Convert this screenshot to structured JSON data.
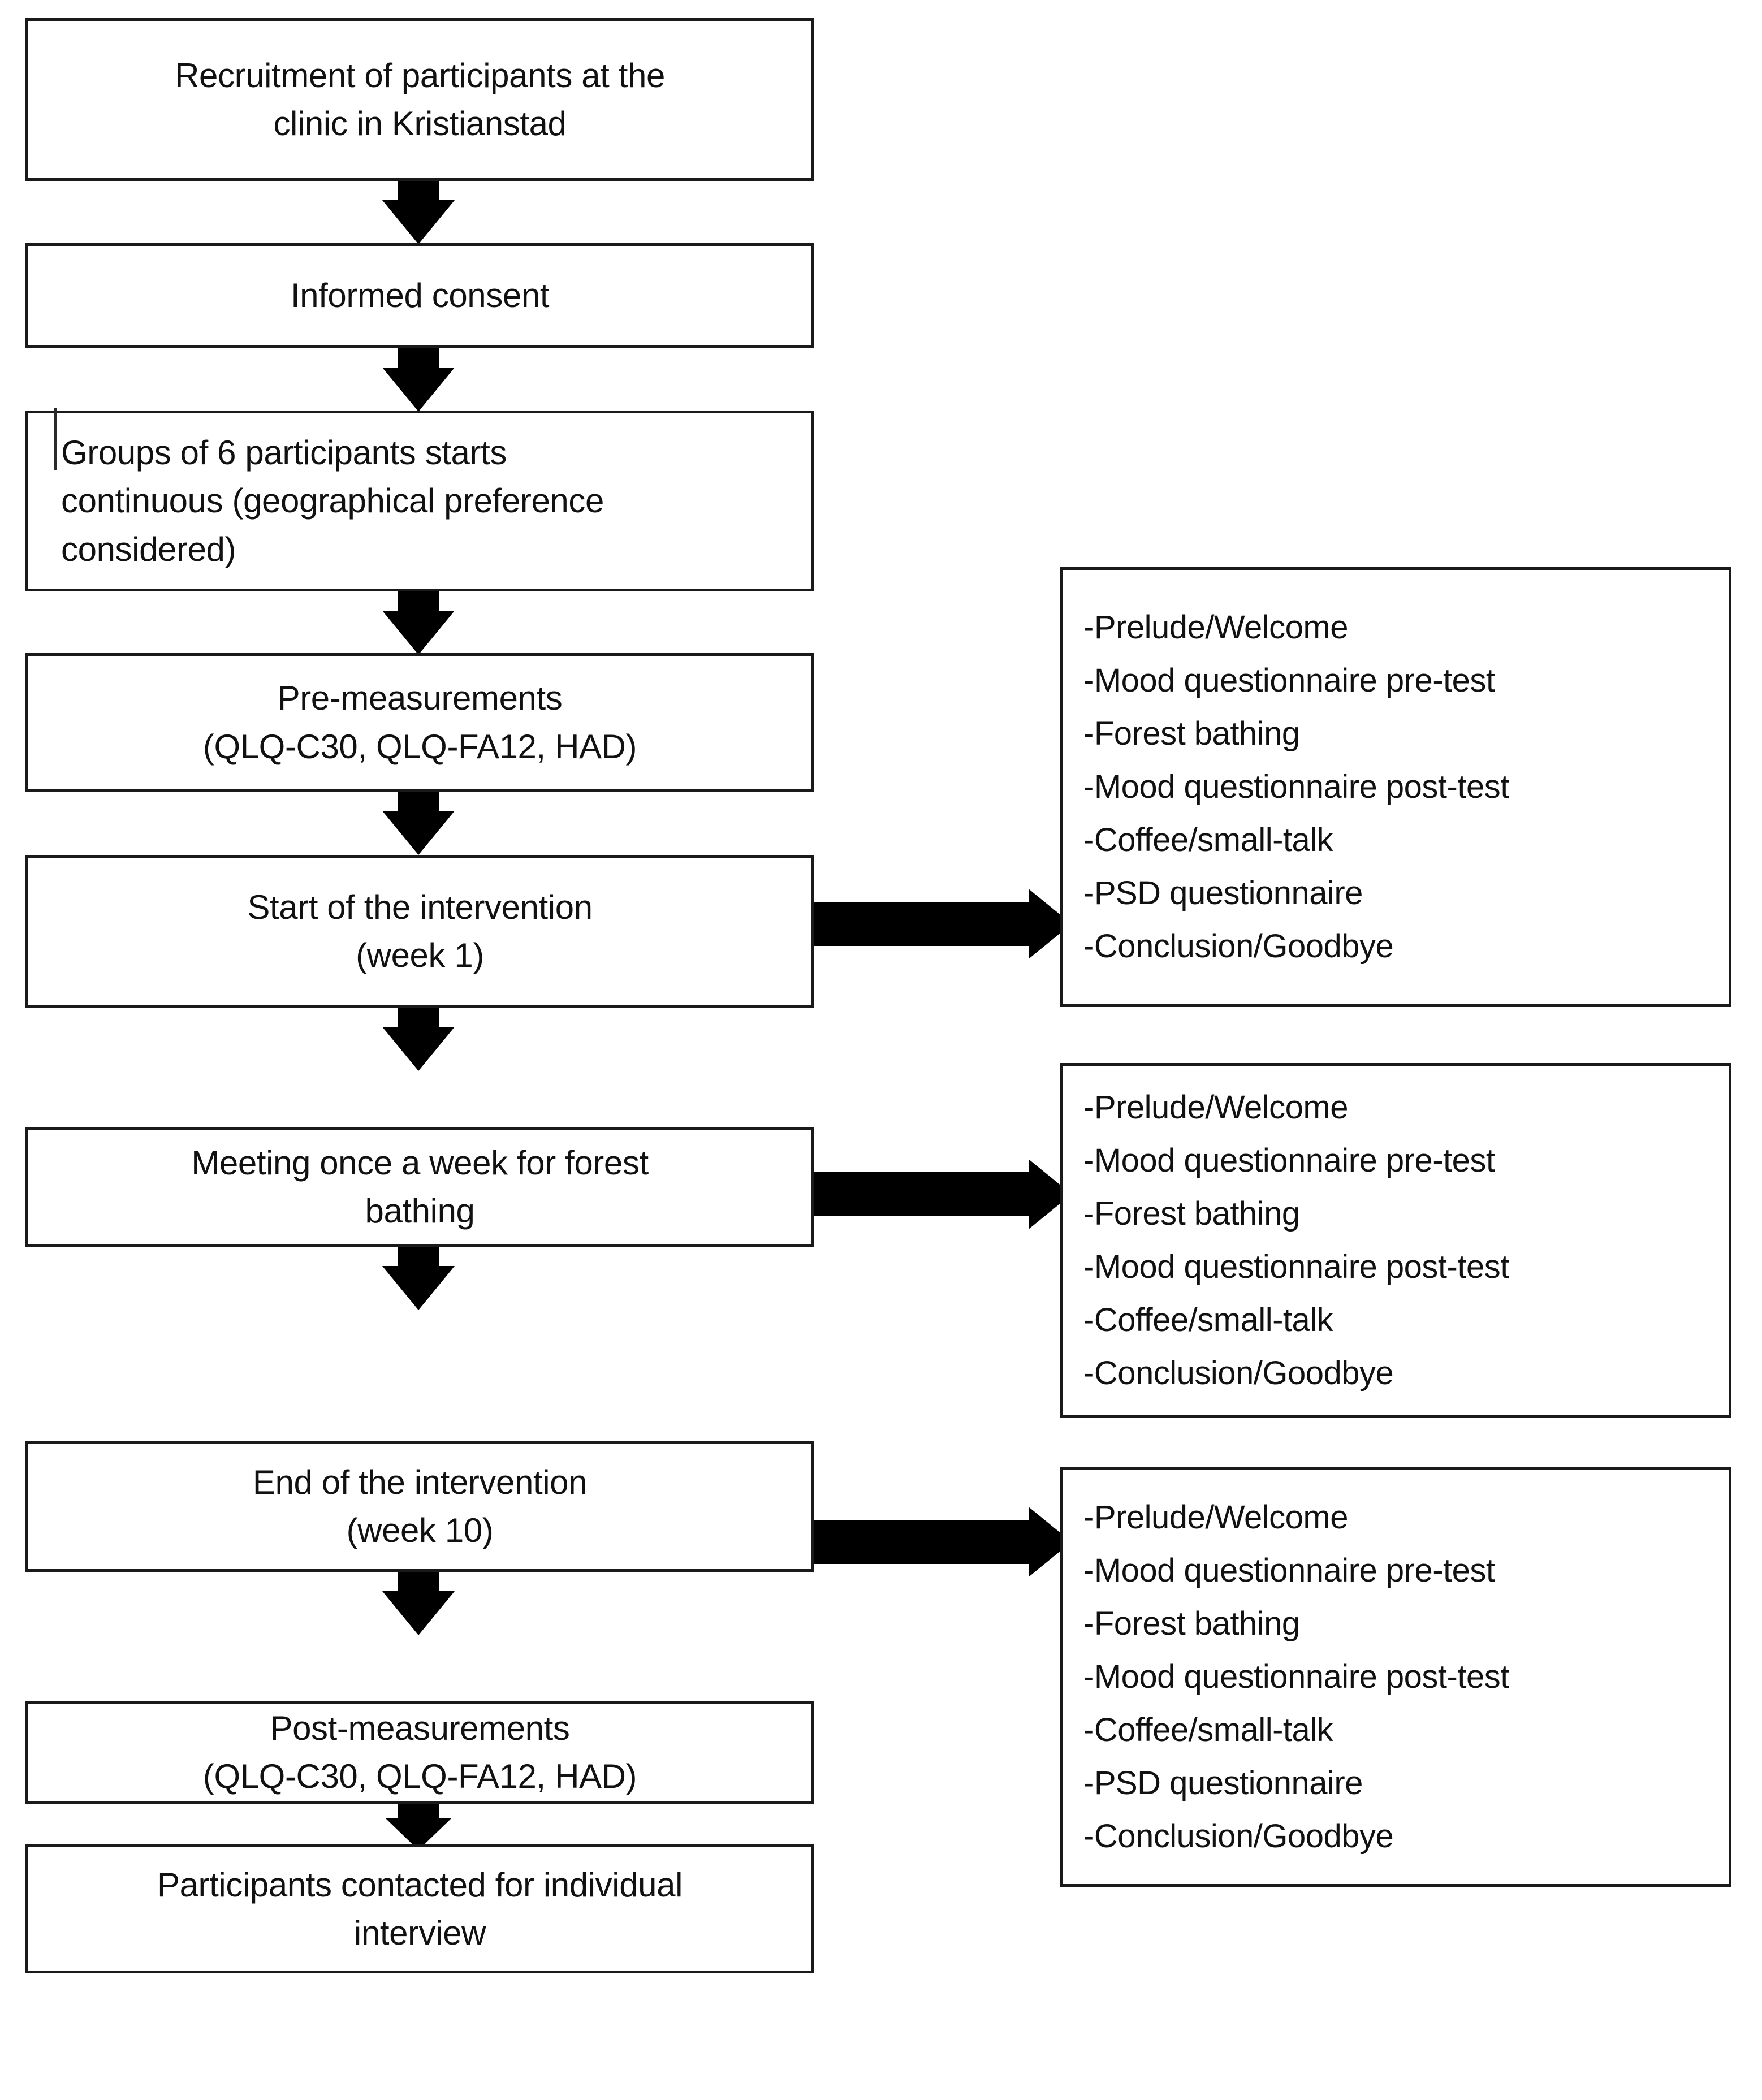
{
  "figure": {
    "type": "flowchart",
    "orientation": "top-to-bottom with right side-branches",
    "background_color": "#ffffff",
    "line_color": "#1a1a1a",
    "arrow_color": "#000000",
    "text_color": "#111111"
  },
  "flow_nodes": [
    {
      "id": "recruitment",
      "lines": [
        "Recruitment of participants at the",
        "clinic in Kristianstad"
      ],
      "text": "Recruitment of participants at the clinic in Kristianstad"
    },
    {
      "id": "informed-consent",
      "lines": [
        "Informed consent"
      ],
      "text": "Informed consent"
    },
    {
      "id": "groups-start",
      "lines": [
        "Groups of 6 participants starts",
        "continuous (geographical preference",
        "considered)"
      ],
      "text": "Groups of 6 participants starts continuous (geographical preference considered)"
    },
    {
      "id": "pre-measurements",
      "lines": [
        "Pre-measurements",
        "(QLQ-C30, QLQ-FA12, HAD)"
      ],
      "text": "Pre-measurements (QLQ-C30, QLQ-FA12, HAD)"
    },
    {
      "id": "start-intervention",
      "lines": [
        "Start of the intervention",
        "(week 1)"
      ],
      "text": "Start of the intervention (week 1)"
    },
    {
      "id": "weekly-meeting",
      "lines": [
        "Meeting once a week for forest",
        "bathing"
      ],
      "text": "Meeting once a week for forest bathing"
    },
    {
      "id": "end-intervention",
      "lines": [
        "End of the intervention",
        "(week 10)"
      ],
      "text": "End of the intervention (week 10)"
    },
    {
      "id": "post-measurements",
      "lines": [
        "Post-measurements",
        "(QLQ-C30, QLQ-FA12, HAD)"
      ],
      "text": "Post-measurements (QLQ-C30, QLQ-FA12, HAD)"
    },
    {
      "id": "individual-interview",
      "lines": [
        "Participants contacted for individual",
        "interview"
      ],
      "text": "Participants contacted for individual interview"
    }
  ],
  "session_panels": [
    {
      "id": "session-week1",
      "linked_from": "start-intervention",
      "items": [
        "-Prelude/Welcome",
        "-Mood questionnaire pre-test",
        "-Forest bathing",
        "-Mood questionnaire post-test",
        "-Coffee/small-talk",
        "-PSD questionnaire",
        "-Conclusion/Goodbye"
      ]
    },
    {
      "id": "session-weekly",
      "linked_from": "weekly-meeting",
      "items": [
        "-Prelude/Welcome",
        "-Mood questionnaire pre-test",
        "-Forest bathing",
        "-Mood questionnaire post-test",
        "-Coffee/small-talk",
        "-Conclusion/Goodbye"
      ]
    },
    {
      "id": "session-week10",
      "linked_from": "end-intervention",
      "items": [
        "-Prelude/Welcome",
        "-Mood questionnaire pre-test",
        "-Forest bathing",
        "-Mood questionnaire post-test",
        "-Coffee/small-talk",
        "-PSD questionnaire",
        "-Conclusion/Goodbye"
      ]
    }
  ],
  "connectors": {
    "vertical_arrows": 8,
    "horizontal_arrows": 3
  }
}
